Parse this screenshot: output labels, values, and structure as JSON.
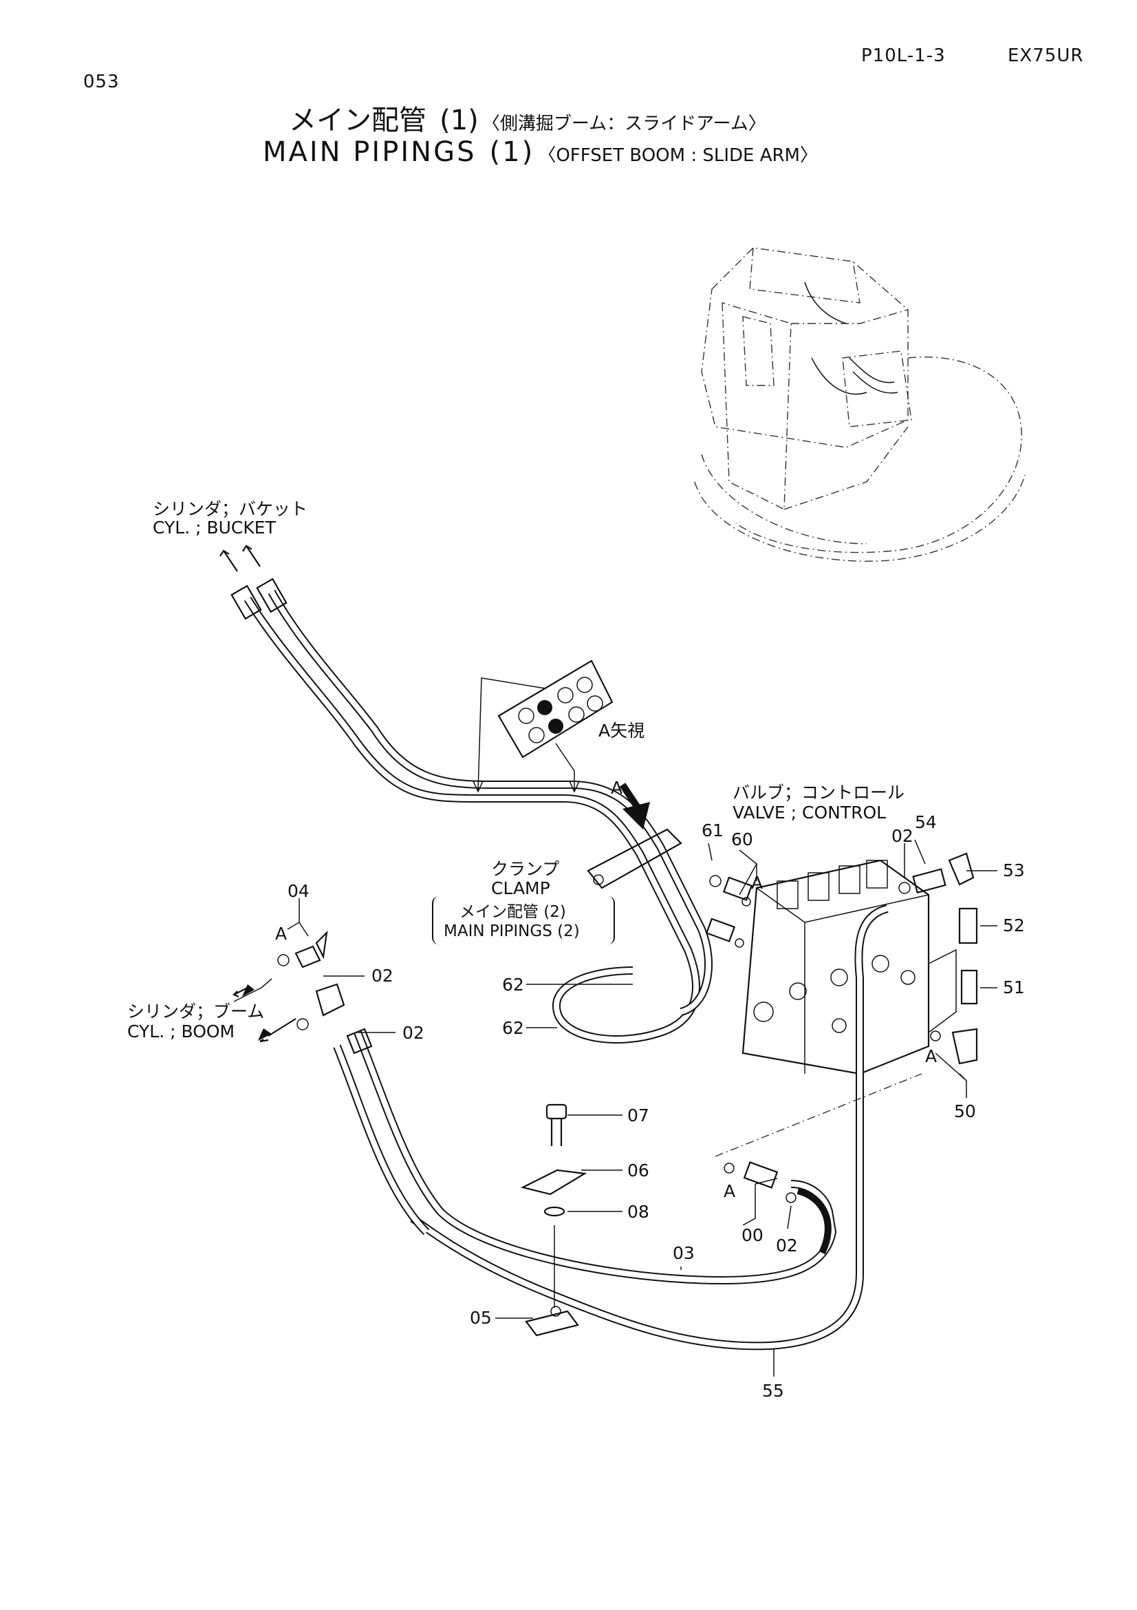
{
  "header": {
    "page_number": "053",
    "part_code": "P10L-1-3",
    "model": "EX75UR"
  },
  "title": {
    "jp_main": "メイン配管",
    "jp_num": "(1)",
    "jp_sub": "〈側溝掘ブーム：スライドアーム〉",
    "en_main": "MAIN  PIPINGS",
    "en_num": "(1)",
    "en_sub": "〈OFFSET BOOM : SLIDE ARM〉"
  },
  "labels": {
    "bucket_jp": "シリンダ；バケット",
    "bucket_en": "CYL. ; BUCKET",
    "boom_jp": "シリンダ；ブーム",
    "boom_en": "CYL. ; BOOM",
    "valve_jp": "バルブ；コントロール",
    "valve_en": "VALVE ; CONTROL",
    "clamp_jp": "クランプ",
    "clamp_en": "CLAMP",
    "ref_jp": "メイン配管  (2)",
    "ref_en": "MAIN  PIPINGS (2)",
    "view_a": "A矢視",
    "arrow_a": "A"
  },
  "callouts": {
    "p61": "61",
    "p60": "60",
    "p02_valve": "02",
    "p54": "54",
    "p53": "53",
    "p52": "52",
    "p51": "51",
    "p50": "50",
    "p04": "04",
    "p02_a": "02",
    "p02_b": "02",
    "p62_a": "62",
    "p62_b": "62",
    "p07": "07",
    "p06": "06",
    "p08": "08",
    "p00": "00",
    "p02_c": "02",
    "p03": "03",
    "p05": "05",
    "p55": "55",
    "a_1": "A",
    "a_2": "A",
    "a_3": "A",
    "a_4": "A"
  }
}
